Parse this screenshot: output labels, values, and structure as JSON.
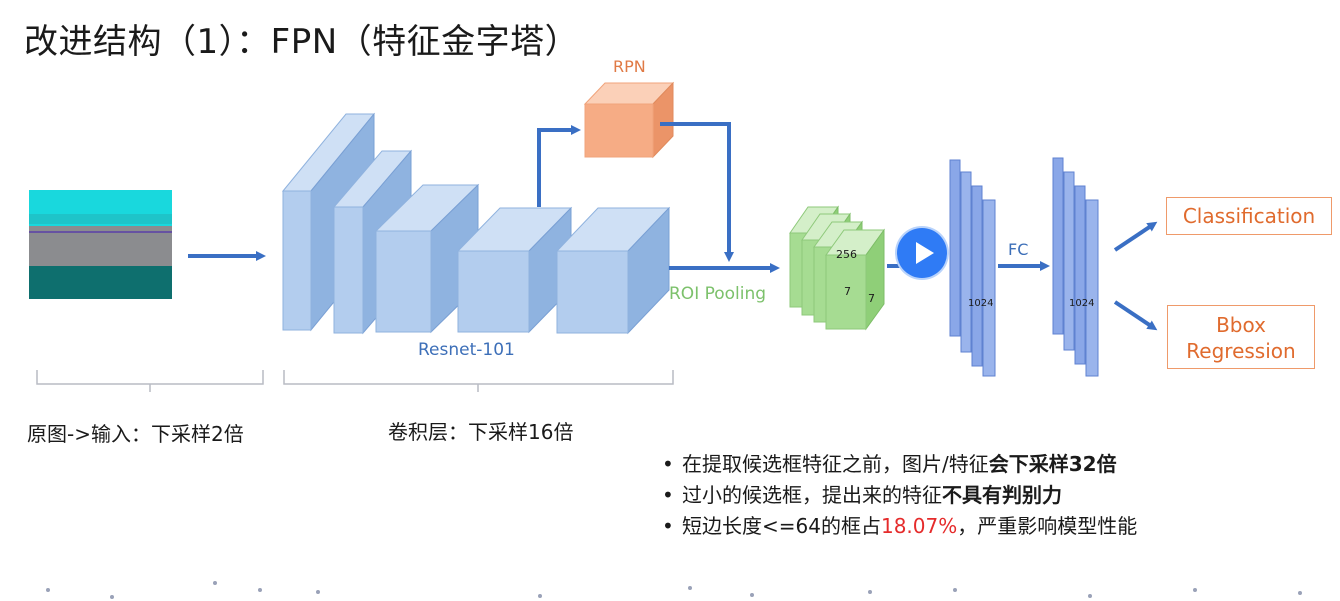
{
  "title": "改进结构（1）：FPN（特征金字塔）",
  "rpn_label": "RPN",
  "backbone_label": "Resnet-101",
  "roi_pooling_label": "ROI Pooling",
  "feature_dims": {
    "channels": "256",
    "h": "7",
    "w": "7"
  },
  "fc_size_1": "1024",
  "fc_size_2": "1024",
  "fc_label": "FC",
  "outputs": {
    "classification": "Classification",
    "bbox_line1": "Bbox",
    "bbox_line2": "Regression"
  },
  "captions": {
    "input": "原图->输入：下采样2倍",
    "conv": "卷积层：下采样16倍"
  },
  "bullets": [
    {
      "pre": "在提取候选框特征之前，图片/特征",
      "bold": "会下采样32倍"
    },
    {
      "pre": "过小的候选框，提出来的特征",
      "bold": "不具有判别力"
    },
    {
      "pre": "短边长度<=64的框占",
      "red": "18.07%",
      "post": "，严重影响模型性能"
    }
  ],
  "colors": {
    "blue_block": "#a9c8ec",
    "arrow": "#3a6fc4",
    "rpn": "#f6ac85",
    "green": "#a6dc92",
    "fc": "#8aa7e8",
    "orange": "#e06b2e"
  }
}
